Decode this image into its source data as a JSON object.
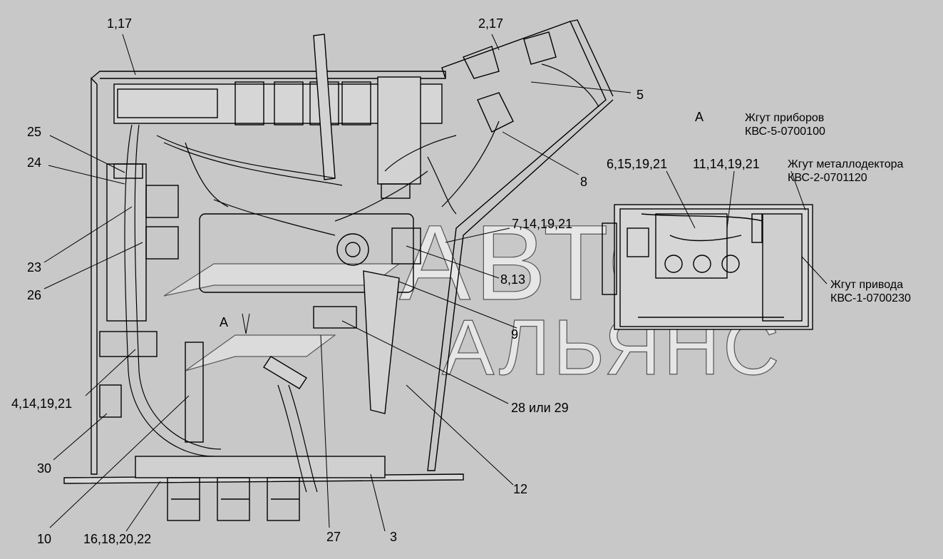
{
  "callouts": {
    "c_1_17": "1,17",
    "c_2_17": "2,17",
    "c_5": "5",
    "c_8": "8",
    "c_25": "25",
    "c_24": "24",
    "c_23": "23",
    "c_26": "26",
    "c_7_14_19_21": "7,14,19,21",
    "c_8_13": "8,13",
    "c_9": "9",
    "c_28_29": "28 или 29",
    "c_12": "12",
    "c_3": "3",
    "c_27": "27",
    "c_16_18_20_22": "16,18,20,22",
    "c_10": "10",
    "c_30": "30",
    "c_4_14_19_21": "4,14,19,21",
    "c_6_15_19_21": "6,15,19,21",
    "c_11_14_19_21": "11,14,19,21",
    "view_a_main": "А",
    "view_a_detail": "А"
  },
  "harness_notes": {
    "instruments": {
      "line1": "Жгут приборов",
      "line2": "КВС-5-0700100"
    },
    "metal_detector": {
      "line1": "Жгут металлодектора",
      "line2": "КВС-2-0701120"
    },
    "drive": {
      "line1": "Жгут привода",
      "line2": "КВС-1-0700230"
    }
  },
  "watermark": {
    "line1": "АВТО",
    "line2": "АЛЬЯНС"
  },
  "colors": {
    "background": "#c8c8c8",
    "line": "#000000",
    "watermark": "#e9e9e9"
  }
}
